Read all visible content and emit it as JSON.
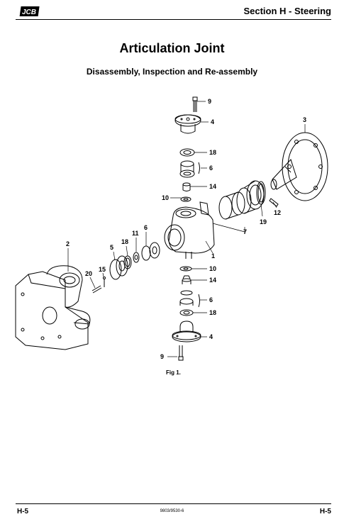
{
  "header": {
    "logo_text": "JCB",
    "section": "Section H - Steering"
  },
  "title": "Articulation Joint",
  "subtitle": "Disassembly, Inspection and Re-assembly",
  "figure": {
    "caption": "Fig 1.",
    "callouts": [
      "9",
      "4",
      "3",
      "18",
      "6",
      "14",
      "10",
      "7",
      "19",
      "12",
      "11",
      "6",
      "18",
      "5",
      "2",
      "1",
      "20",
      "15",
      "10",
      "14",
      "6",
      "18",
      "4",
      "9"
    ]
  },
  "footer": {
    "page_left": "H-5",
    "doc_number": "9803/9530-6",
    "page_right": "H-5"
  }
}
